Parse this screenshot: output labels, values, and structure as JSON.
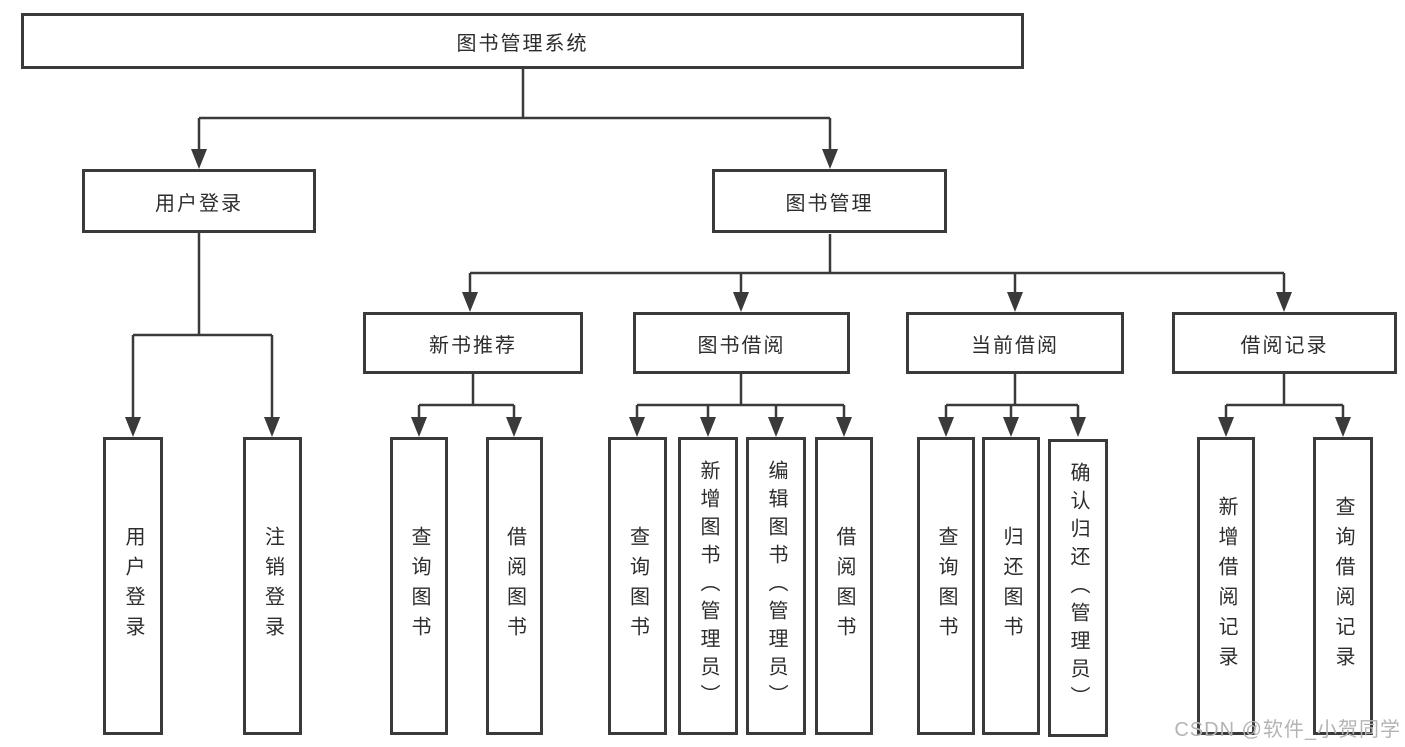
{
  "diagram_title": "图书管理系统",
  "nodes": {
    "root": {
      "label": "图书管理系统"
    },
    "user_login": {
      "label": "用户登录"
    },
    "book_mgmt": {
      "label": "图书管理"
    },
    "new_books": {
      "label": "新书推荐"
    },
    "book_borrow": {
      "label": "图书借阅"
    },
    "current_borrow": {
      "label": "当前借阅"
    },
    "borrow_records": {
      "label": "借阅记录"
    },
    "leaf_user_login": {
      "label": "用户登录"
    },
    "leaf_logout": {
      "label": "注销登录"
    },
    "leaf_query_books_new": {
      "label": "查询图书"
    },
    "leaf_borrow_books_new": {
      "label": "借阅图书"
    },
    "leaf_query_books_borrow": {
      "label": "查询图书"
    },
    "leaf_add_book_admin": {
      "label": "新增图书（管理员）"
    },
    "leaf_edit_book_admin": {
      "label": "编辑图书（管理员）"
    },
    "leaf_borrow_books_borrow": {
      "label": "借阅图书"
    },
    "leaf_query_books_current": {
      "label": "查询图书"
    },
    "leaf_return_book": {
      "label": "归还图书"
    },
    "leaf_confirm_return_admin": {
      "label": "确认归还（管理员）"
    },
    "leaf_add_borrow_record": {
      "label": "新增借阅记录"
    },
    "leaf_query_borrow_record": {
      "label": "查询借阅记录"
    }
  },
  "hierarchy": {
    "root": "图书管理系统",
    "children": [
      {
        "label": "用户登录",
        "children": [
          "用户登录",
          "注销登录"
        ]
      },
      {
        "label": "图书管理",
        "children": [
          {
            "label": "新书推荐",
            "children": [
              "查询图书",
              "借阅图书"
            ]
          },
          {
            "label": "图书借阅",
            "children": [
              "查询图书",
              "新增图书（管理员）",
              "编辑图书（管理员）",
              "借阅图书"
            ]
          },
          {
            "label": "当前借阅",
            "children": [
              "查询图书",
              "归还图书",
              "确认归还（管理员）"
            ]
          },
          {
            "label": "借阅记录",
            "children": [
              "新增借阅记录",
              "查询借阅记录"
            ]
          }
        ]
      }
    ]
  },
  "watermark": {
    "text": "CSDN @软件_小贺同学"
  },
  "colors": {
    "line": "#3a3a3a",
    "text": "#2d2d2d",
    "watermark": "#b4b4b4",
    "box_background": "#ffffff",
    "page_background": "#ffffff"
  }
}
